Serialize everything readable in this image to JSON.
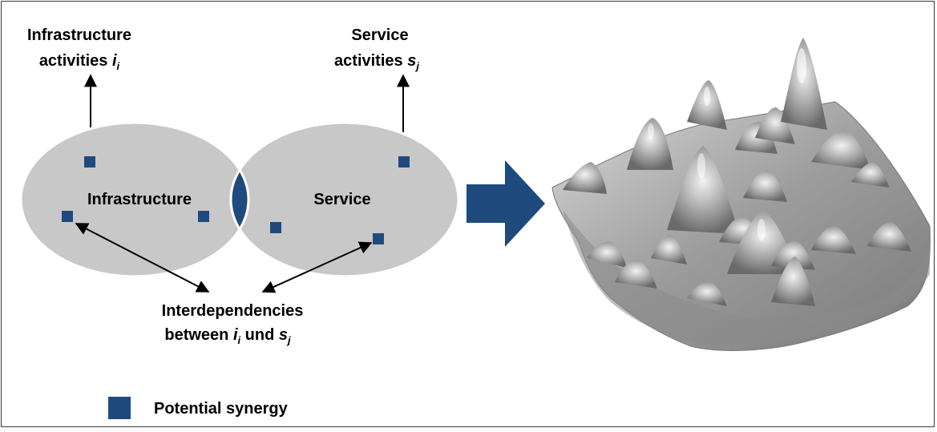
{
  "labels": {
    "infra_activities_line1": "Infrastructure",
    "infra_activities_line2": "activities ",
    "infra_var": "i",
    "infra_sub": "i",
    "service_activities_line1": "Service",
    "service_activities_line2": "activities ",
    "service_var": "s",
    "service_sub": "j",
    "infrastructure": "Infrastructure",
    "service": "Service",
    "interdep_line1": "Interdependencies",
    "interdep_line2_a": "between ",
    "interdep_i": "i",
    "interdep_i_sub": "i",
    "interdep_und": " und ",
    "interdep_s": "s",
    "interdep_s_sub": "j",
    "legend": "Potential synergy"
  },
  "colors": {
    "ellipse_fill": "#c8c8c8",
    "accent": "#1f4a7e",
    "frame": "#3a3a3a",
    "surface": "#9a9a9a"
  },
  "icons": {
    "big_arrow": "right-arrow-icon",
    "synergy": "square-marker-icon"
  }
}
